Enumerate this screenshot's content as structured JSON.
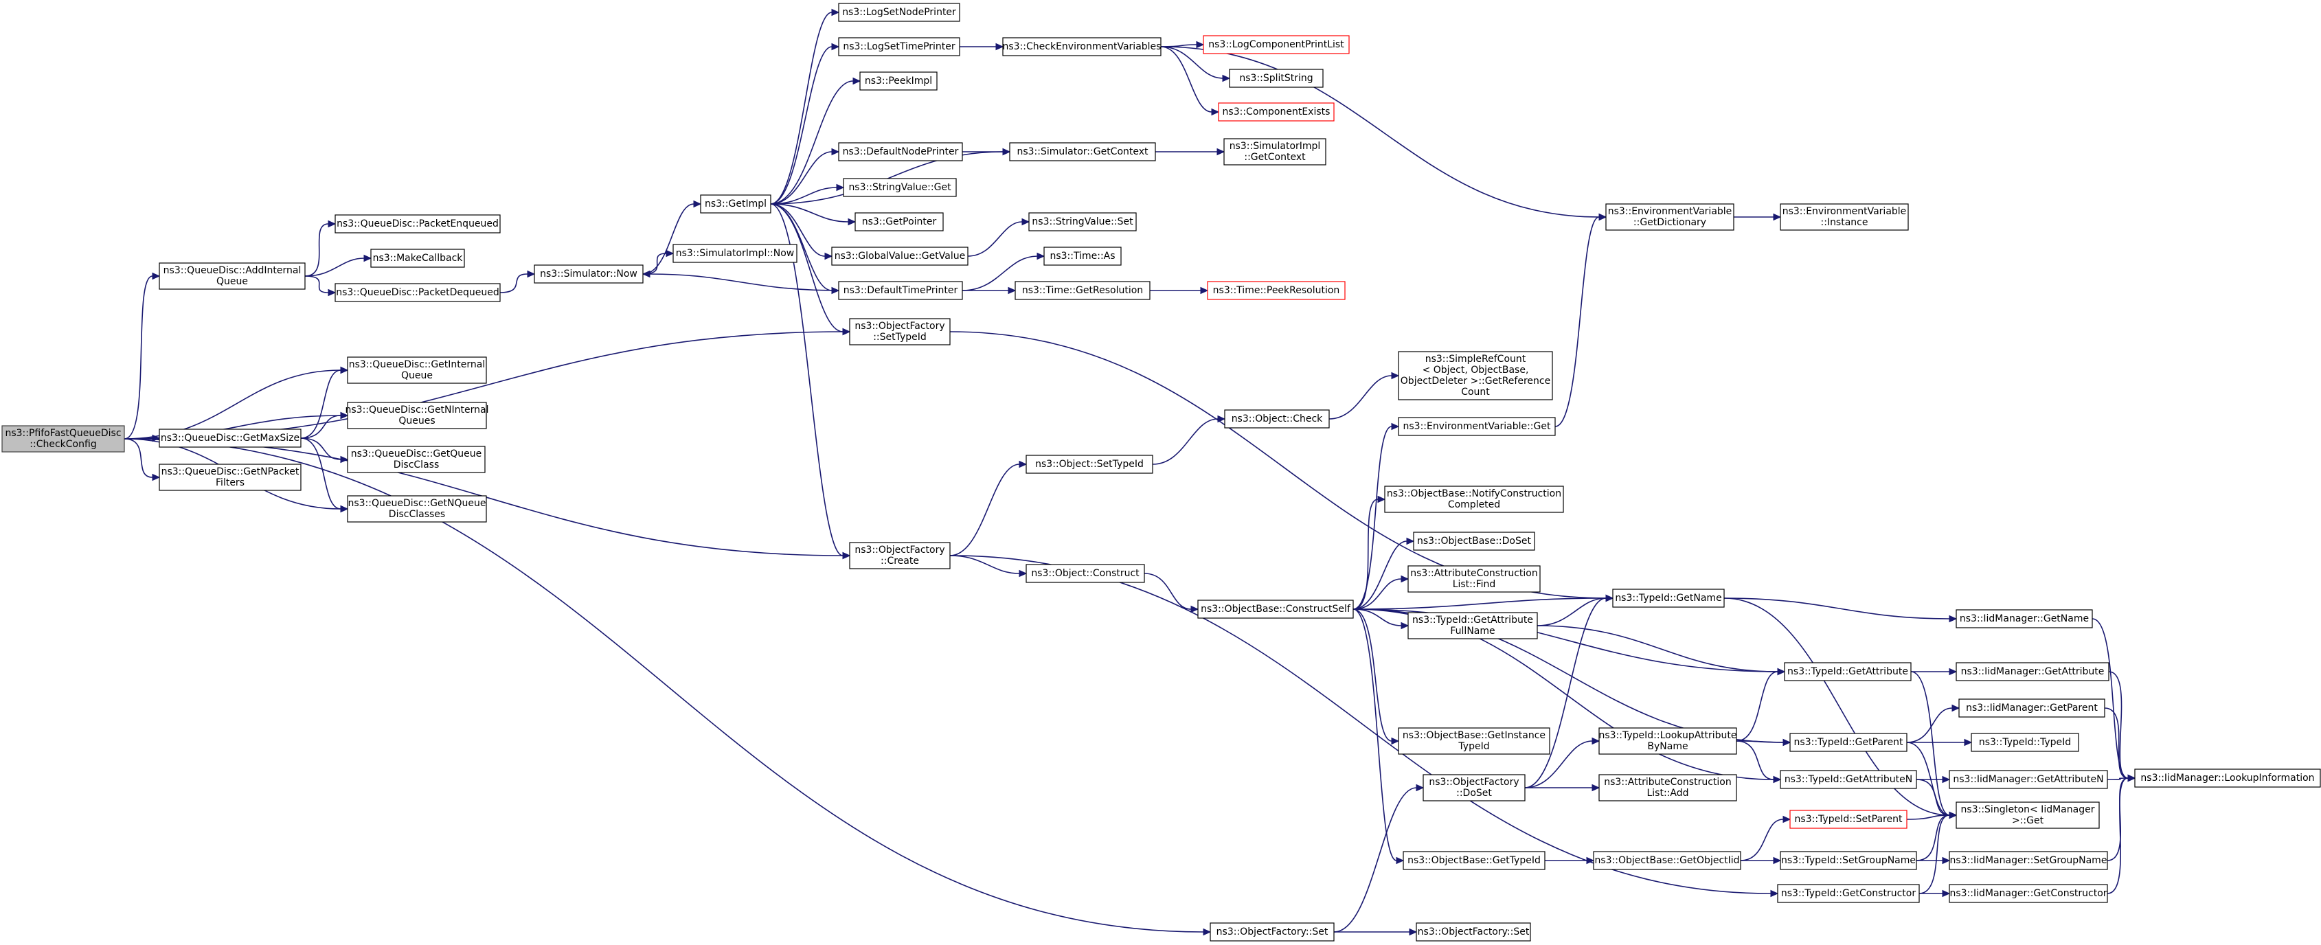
{
  "colors": {
    "edge": "#191970",
    "root_fill": "#bfbfbf",
    "truncated_border": "#ff0000"
  },
  "nodes": {
    "root": {
      "lines": [
        "ns3::PfifoFastQueueDisc",
        "::CheckConfig"
      ]
    },
    "qd_addInternal": {
      "lines": [
        "ns3::QueueDisc::AddInternal",
        "Queue"
      ]
    },
    "qd_getMaxSize": {
      "lines": [
        "ns3::QueueDisc::GetMaxSize"
      ]
    },
    "qd_getNPacketFilters": {
      "lines": [
        "ns3::QueueDisc::GetNPacket",
        "Filters"
      ]
    },
    "qd_packetEnqueued": {
      "lines": [
        "ns3::QueueDisc::PacketEnqueued"
      ]
    },
    "makeCallback": {
      "lines": [
        "ns3::MakeCallback"
      ]
    },
    "qd_packetDequeued": {
      "lines": [
        "ns3::QueueDisc::PacketDequeued"
      ]
    },
    "qd_getInternalQueue": {
      "lines": [
        "ns3::QueueDisc::GetInternal",
        "Queue"
      ]
    },
    "qd_getNInternalQueues": {
      "lines": [
        "ns3::QueueDisc::GetNInternal",
        "Queues"
      ]
    },
    "qd_getQueueDiscClass": {
      "lines": [
        "ns3::QueueDisc::GetQueue",
        "DiscClass"
      ]
    },
    "qd_getNQueueDiscClasses": {
      "lines": [
        "ns3::QueueDisc::GetNQueue",
        "DiscClasses"
      ]
    },
    "sim_now": {
      "lines": [
        "ns3::Simulator::Now"
      ]
    },
    "simImpl_now": {
      "lines": [
        "ns3::SimulatorImpl::Now"
      ]
    },
    "getImpl": {
      "lines": [
        "ns3::GetImpl"
      ]
    },
    "logSetNodePrinter": {
      "lines": [
        "ns3::LogSetNodePrinter"
      ]
    },
    "logSetTimePrinter": {
      "lines": [
        "ns3::LogSetTimePrinter"
      ]
    },
    "peekImpl": {
      "lines": [
        "ns3::PeekImpl"
      ]
    },
    "defaultNodePrinter": {
      "lines": [
        "ns3::DefaultNodePrinter"
      ]
    },
    "stringValue_get": {
      "lines": [
        "ns3::StringValue::Get"
      ]
    },
    "getPointer": {
      "lines": [
        "ns3::GetPointer"
      ]
    },
    "globalValue_getValue": {
      "lines": [
        "ns3::GlobalValue::GetValue"
      ]
    },
    "defaultTimePrinter": {
      "lines": [
        "ns3::DefaultTimePrinter"
      ]
    },
    "of_setTypeId": {
      "lines": [
        "ns3::ObjectFactory",
        "::SetTypeId"
      ]
    },
    "of_create": {
      "lines": [
        "ns3::ObjectFactory",
        "::Create"
      ]
    },
    "checkEnvVars": {
      "lines": [
        "ns3::CheckEnvironmentVariables"
      ]
    },
    "logComponentPrintList": {
      "lines": [
        "ns3::LogComponentPrintList"
      ]
    },
    "splitString": {
      "lines": [
        "ns3::SplitString"
      ]
    },
    "componentExists": {
      "lines": [
        "ns3::ComponentExists"
      ]
    },
    "sim_getContext": {
      "lines": [
        "ns3::Simulator::GetContext"
      ]
    },
    "simImpl_getContext": {
      "lines": [
        "ns3::SimulatorImpl",
        "::GetContext"
      ]
    },
    "stringValue_set": {
      "lines": [
        "ns3::StringValue::Set"
      ]
    },
    "time_as": {
      "lines": [
        "ns3::Time::As"
      ]
    },
    "time_getResolution": {
      "lines": [
        "ns3::Time::GetResolution"
      ]
    },
    "time_peekResolution": {
      "lines": [
        "ns3::Time::PeekResolution"
      ]
    },
    "envVar_getDictionary": {
      "lines": [
        "ns3::EnvironmentVariable",
        "::GetDictionary"
      ]
    },
    "envVar_instance": {
      "lines": [
        "ns3::EnvironmentVariable",
        "::Instance"
      ]
    },
    "object_setTypeId": {
      "lines": [
        "ns3::Object::SetTypeId"
      ]
    },
    "object_check": {
      "lines": [
        "ns3::Object::Check"
      ]
    },
    "simpleRefCount": {
      "lines": [
        "ns3::SimpleRefCount",
        "< Object, ObjectBase,",
        "ObjectDeleter >::GetReference",
        "Count"
      ]
    },
    "envVar_get": {
      "lines": [
        "ns3::EnvironmentVariable::Get"
      ]
    },
    "object_construct": {
      "lines": [
        "ns3::Object::Construct"
      ]
    },
    "ob_constructSelf": {
      "lines": [
        "ns3::ObjectBase::ConstructSelf"
      ]
    },
    "ob_notifyConstruction": {
      "lines": [
        "ns3::ObjectBase::NotifyConstruction",
        "Completed"
      ]
    },
    "ob_doSet": {
      "lines": [
        "ns3::ObjectBase::DoSet"
      ]
    },
    "attrConstruction_find": {
      "lines": [
        "ns3::AttributeConstruction",
        "List::Find"
      ]
    },
    "typeId_getAttributeFullName": {
      "lines": [
        "ns3::TypeId::GetAttribute",
        "FullName"
      ]
    },
    "ob_getInstanceTypeId": {
      "lines": [
        "ns3::ObjectBase::GetInstance",
        "TypeId"
      ]
    },
    "of_doSet": {
      "lines": [
        "ns3::ObjectFactory",
        "::DoSet"
      ]
    },
    "ob_getTypeId": {
      "lines": [
        "ns3::ObjectBase::GetTypeId"
      ]
    },
    "of_set1": {
      "lines": [
        "ns3::ObjectFactory::Set"
      ]
    },
    "of_set2": {
      "lines": [
        "ns3::ObjectFactory::Set"
      ]
    },
    "typeId_getName": {
      "lines": [
        "ns3::TypeId::GetName"
      ]
    },
    "typeId_lookupAttributeByName": {
      "lines": [
        "ns3::TypeId::LookupAttribute",
        "ByName"
      ]
    },
    "attrConstruction_add": {
      "lines": [
        "ns3::AttributeConstruction",
        "List::Add"
      ]
    },
    "ob_getObjectIid": {
      "lines": [
        "ns3::ObjectBase::GetObjectIid"
      ]
    },
    "typeId_getAttribute": {
      "lines": [
        "ns3::TypeId::GetAttribute"
      ]
    },
    "typeId_getParent": {
      "lines": [
        "ns3::TypeId::GetParent"
      ]
    },
    "typeId_getAttributeN": {
      "lines": [
        "ns3::TypeId::GetAttributeN"
      ]
    },
    "typeId_setParent": {
      "lines": [
        "ns3::TypeId::SetParent"
      ]
    },
    "typeId_setGroupName": {
      "lines": [
        "ns3::TypeId::SetGroupName"
      ]
    },
    "typeId_getConstructor": {
      "lines": [
        "ns3::TypeId::GetConstructor"
      ]
    },
    "iid_getName": {
      "lines": [
        "ns3::IidManager::GetName"
      ]
    },
    "iid_getAttribute": {
      "lines": [
        "ns3::IidManager::GetAttribute"
      ]
    },
    "iid_getParent": {
      "lines": [
        "ns3::IidManager::GetParent"
      ]
    },
    "typeId_typeId": {
      "lines": [
        "ns3::TypeId::TypeId"
      ]
    },
    "iid_getAttributeN": {
      "lines": [
        "ns3::IidManager::GetAttributeN"
      ]
    },
    "singleton_get": {
      "lines": [
        "ns3::Singleton< IidManager",
        ">::Get"
      ]
    },
    "iid_setGroupName": {
      "lines": [
        "ns3::IidManager::SetGroupName"
      ]
    },
    "iid_getConstructor": {
      "lines": [
        "ns3::IidManager::GetConstructor"
      ]
    },
    "iid_lookupInformation": {
      "lines": [
        "ns3::IidManager::LookupInformation"
      ]
    }
  }
}
